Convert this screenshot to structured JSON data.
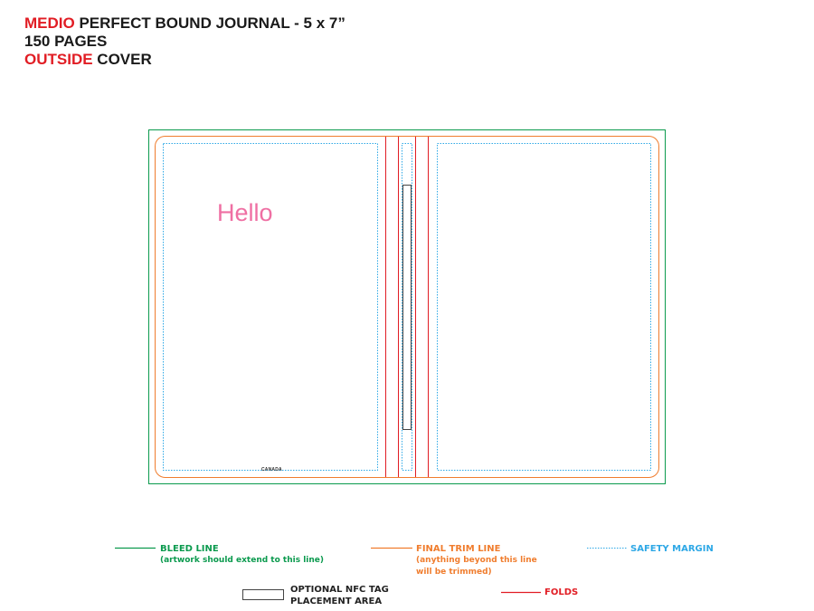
{
  "header": {
    "line1_accent": "MEDIO",
    "line1_rest": " PERFECT BOUND JOURNAL - 5 x 7”",
    "line2": "150 PAGES",
    "line3_accent": "OUTSIDE",
    "line3_rest": " COVER"
  },
  "cover": {
    "greeting": "Hello",
    "country_mark": "CANADA"
  },
  "legend": {
    "bleed": {
      "title": "BLEED LINE",
      "note": "(artwork should extend to this line)",
      "color": "#0b9a4e"
    },
    "trim": {
      "title": "FINAL TRIM LINE",
      "note1": "(anything beyond this line",
      "note2": "will be trimmed)",
      "color": "#f07d2e"
    },
    "safety": {
      "title": "SAFETY MARGIN",
      "color": "#2ea8e6"
    },
    "nfc": {
      "title1": "OPTIONAL NFC TAG",
      "title2": "PLACEMENT AREA"
    },
    "folds": {
      "title": "FOLDS",
      "color": "#e11d24"
    }
  }
}
